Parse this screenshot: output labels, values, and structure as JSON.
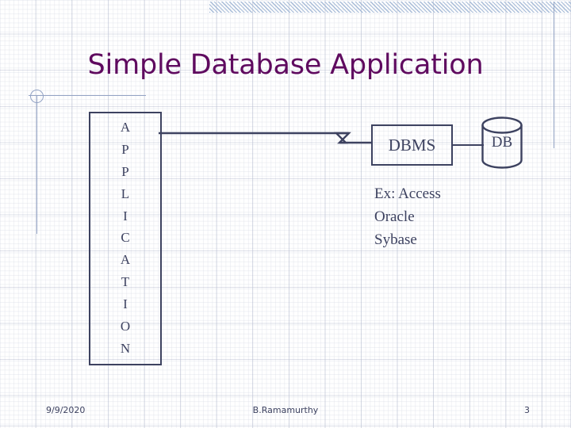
{
  "slide": {
    "title": "Simple Database Application",
    "title_color": "#5f0a5f",
    "ink_color": "#3d4260",
    "grid_color": "#93a3c4"
  },
  "diagram": {
    "application": {
      "label": "APPLICATION",
      "letters": [
        "A",
        "P",
        "P",
        "L",
        "I",
        "C",
        "A",
        "T",
        "I",
        "O",
        "N"
      ]
    },
    "dbms": {
      "label": "DBMS"
    },
    "database": {
      "label": "DB"
    },
    "examples": {
      "lines": [
        "Ex: Access",
        "Oracle",
        "Sybase"
      ],
      "line1": "Ex: Access",
      "line2": "Oracle",
      "line3": "Sybase"
    }
  },
  "footer": {
    "date": "9/9/2020",
    "author": "B.Ramamurthy",
    "page_number": "3"
  }
}
